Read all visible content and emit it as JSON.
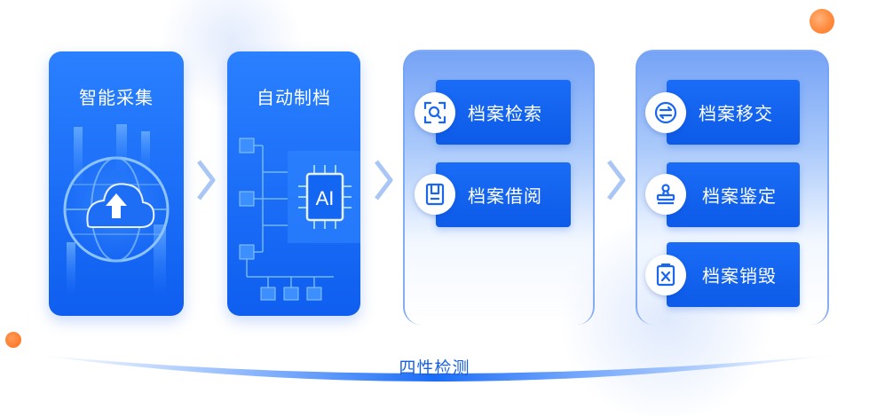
{
  "stages": [
    {
      "title": "智能采集",
      "icon": "cloud-upload-icon"
    },
    {
      "title": "自动制档",
      "icon": "ai-chip-icon",
      "chip_text": "AI"
    }
  ],
  "panel1": {
    "items": [
      {
        "label": "档案检索",
        "icon": "search-scan-icon"
      },
      {
        "label": "档案借阅",
        "icon": "document-icon"
      }
    ]
  },
  "panel2": {
    "items": [
      {
        "label": "档案移交",
        "icon": "transfer-icon"
      },
      {
        "label": "档案鉴定",
        "icon": "stamp-icon"
      },
      {
        "label": "档案销毁",
        "icon": "destroy-clipboard-icon"
      }
    ]
  },
  "footer": {
    "label": "四性检测"
  },
  "colors": {
    "primary": "#1a6cf7",
    "accent_orange": "#ff7a2a",
    "text_blue": "#1a5fe0"
  }
}
